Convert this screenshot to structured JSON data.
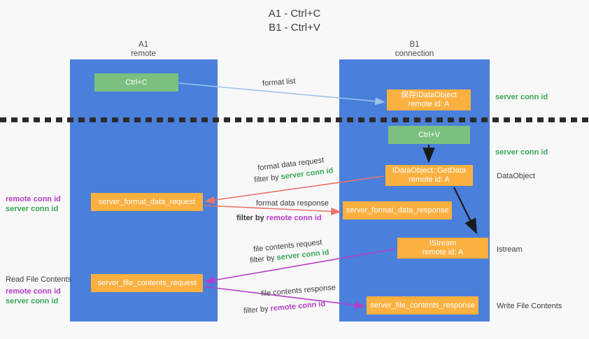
{
  "title": "A1 - Ctrl+C\nB1 - Ctrl+V",
  "colors": {
    "lane_blue": "#4a7fdc",
    "node_green": "#7cc07f",
    "node_orange": "#fbb040",
    "server_conn_green": "#3aa757",
    "remote_conn_purple": "#b43fc6",
    "divider_black": "#2b2b2b",
    "background": "#f8f8f8"
  },
  "lanes": [
    {
      "id": "a1",
      "title": "A1\nremote"
    },
    {
      "id": "b1",
      "title": "B1\nconnection"
    }
  ],
  "nodes": {
    "ctrl_c": "Ctrl+C",
    "ctrl_v": "Ctrl+V",
    "save_idataobject": "保存IDataObject\nremote id: A",
    "idataobject_getdata": "IDataObject::GetData\nremote id: A",
    "istream": "IStream\nremote id: A",
    "server_format_data_request": "server_format_data_request",
    "server_format_data_response": "server_format_data_response",
    "server_file_contents_request": "server_file_contents_request",
    "server_file_contents_response": "server_file_contents_response"
  },
  "flow_labels": {
    "format_list": "format list",
    "format_data_request": "format data request",
    "format_data_request_filter_prefix": "filter by ",
    "format_data_request_filter_key": "server conn id",
    "format_data_response": "format data response",
    "format_data_response_filter_prefix": "filter by ",
    "format_data_response_filter_key": "remote conn id",
    "file_contents_request": "file contents request",
    "file_contents_request_filter_prefix": "filter by ",
    "file_contents_request_filter_key": "server conn id",
    "file_contents_response": "file contents response",
    "file_contents_response_filter_prefix": "filter by ",
    "file_contents_response_filter_key": "remote conn id"
  },
  "right_annotations": {
    "server_conn_id_top": "server conn id",
    "server_conn_id_mid": "server conn id",
    "data_object": "DataObject",
    "istream": "Istream",
    "write_file_contents": "Write File Contents"
  },
  "left_annotations": {
    "read_file_contents": "Read File Contents",
    "remote_conn_id_1": "remote conn id",
    "server_conn_id_1": "server conn id",
    "remote_conn_id_2": "remote conn id",
    "server_conn_id_2": "server conn id"
  }
}
